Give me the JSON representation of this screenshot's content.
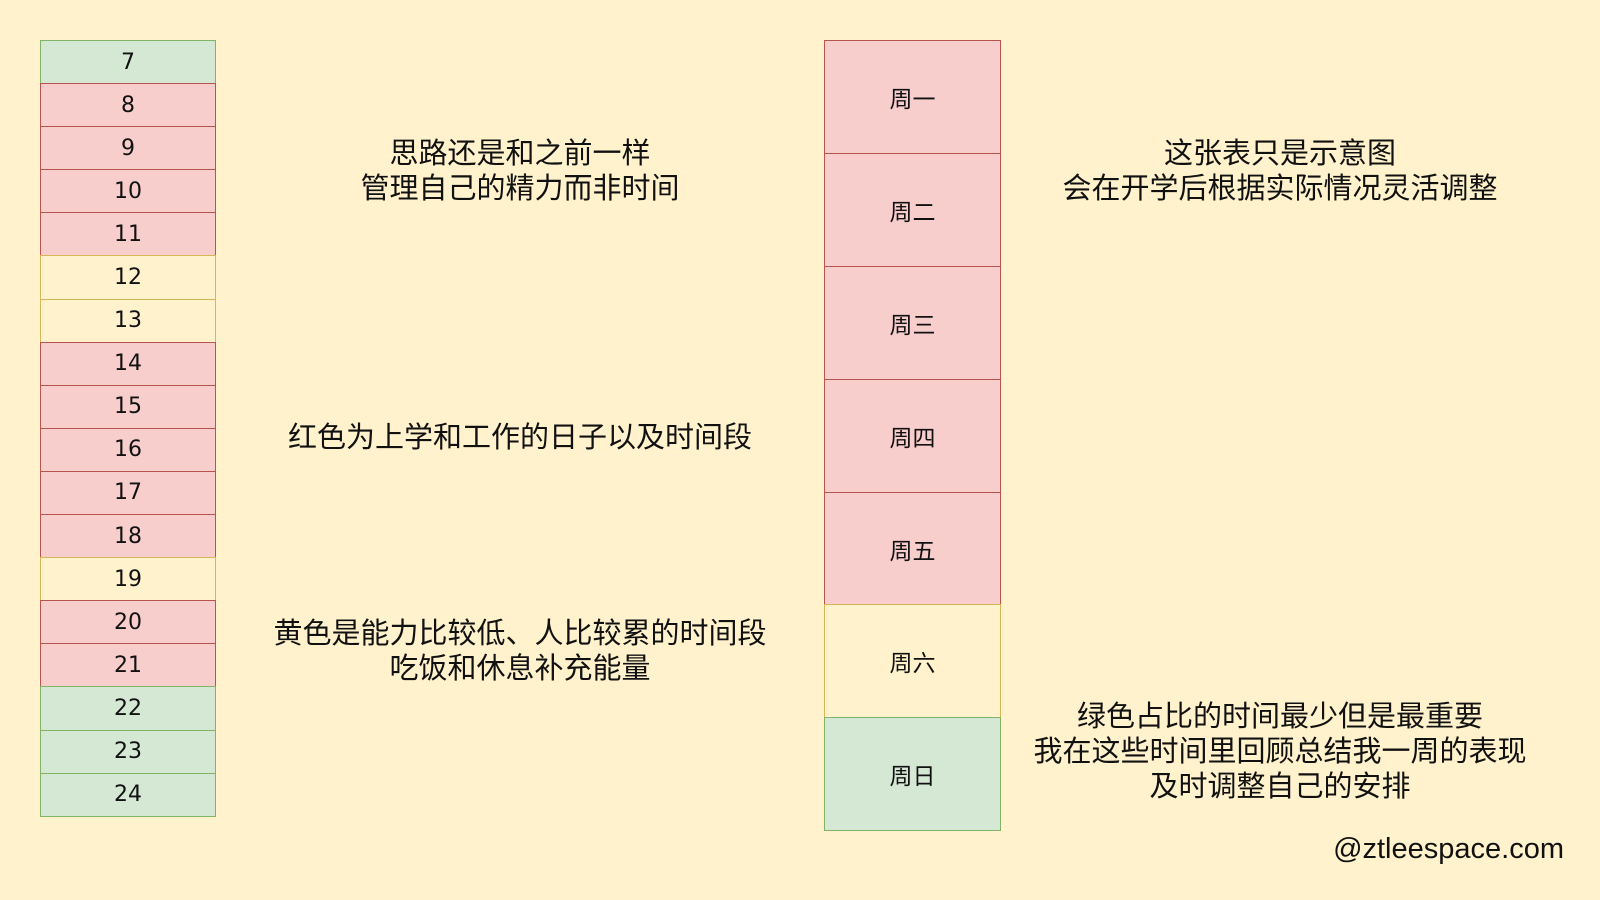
{
  "colors": {
    "background": "#fff2cc",
    "red": "#f8cecc",
    "red_border": "#b85450",
    "yellow": "#fff2cc",
    "yellow_border": "#d6b656",
    "green": "#d5e8d4",
    "green_border": "#82b366"
  },
  "hours": [
    {
      "label": "7",
      "color": "green"
    },
    {
      "label": "8",
      "color": "red"
    },
    {
      "label": "9",
      "color": "red"
    },
    {
      "label": "10",
      "color": "red"
    },
    {
      "label": "11",
      "color": "red"
    },
    {
      "label": "12",
      "color": "yellow"
    },
    {
      "label": "13",
      "color": "yellow"
    },
    {
      "label": "14",
      "color": "red"
    },
    {
      "label": "15",
      "color": "red"
    },
    {
      "label": "16",
      "color": "red"
    },
    {
      "label": "17",
      "color": "red"
    },
    {
      "label": "18",
      "color": "red"
    },
    {
      "label": "19",
      "color": "yellow"
    },
    {
      "label": "20",
      "color": "red"
    },
    {
      "label": "21",
      "color": "red"
    },
    {
      "label": "22",
      "color": "green"
    },
    {
      "label": "23",
      "color": "green"
    },
    {
      "label": "24",
      "color": "green"
    }
  ],
  "days": [
    {
      "label": "周一",
      "color": "red"
    },
    {
      "label": "周二",
      "color": "red"
    },
    {
      "label": "周三",
      "color": "red"
    },
    {
      "label": "周四",
      "color": "red"
    },
    {
      "label": "周五",
      "color": "red"
    },
    {
      "label": "周六",
      "color": "yellow"
    },
    {
      "label": "周日",
      "color": "green"
    }
  ],
  "notes": {
    "approach": [
      "思路还是和之前一样",
      "管理自己的精力而非时间"
    ],
    "red": [
      "红色为上学和工作的日子以及时间段"
    ],
    "yellow": [
      "黄色是能力比较低、人比较累的时间段",
      "吃饭和休息补充能量"
    ],
    "illustration": [
      "这张表只是示意图",
      "会在开学后根据实际情况灵活调整"
    ],
    "green": [
      "绿色占比的时间最少但是最重要",
      "我在这些时间里回顾总结我一周的表现",
      "及时调整自己的安排"
    ]
  },
  "credit": "@ztleespace.com"
}
